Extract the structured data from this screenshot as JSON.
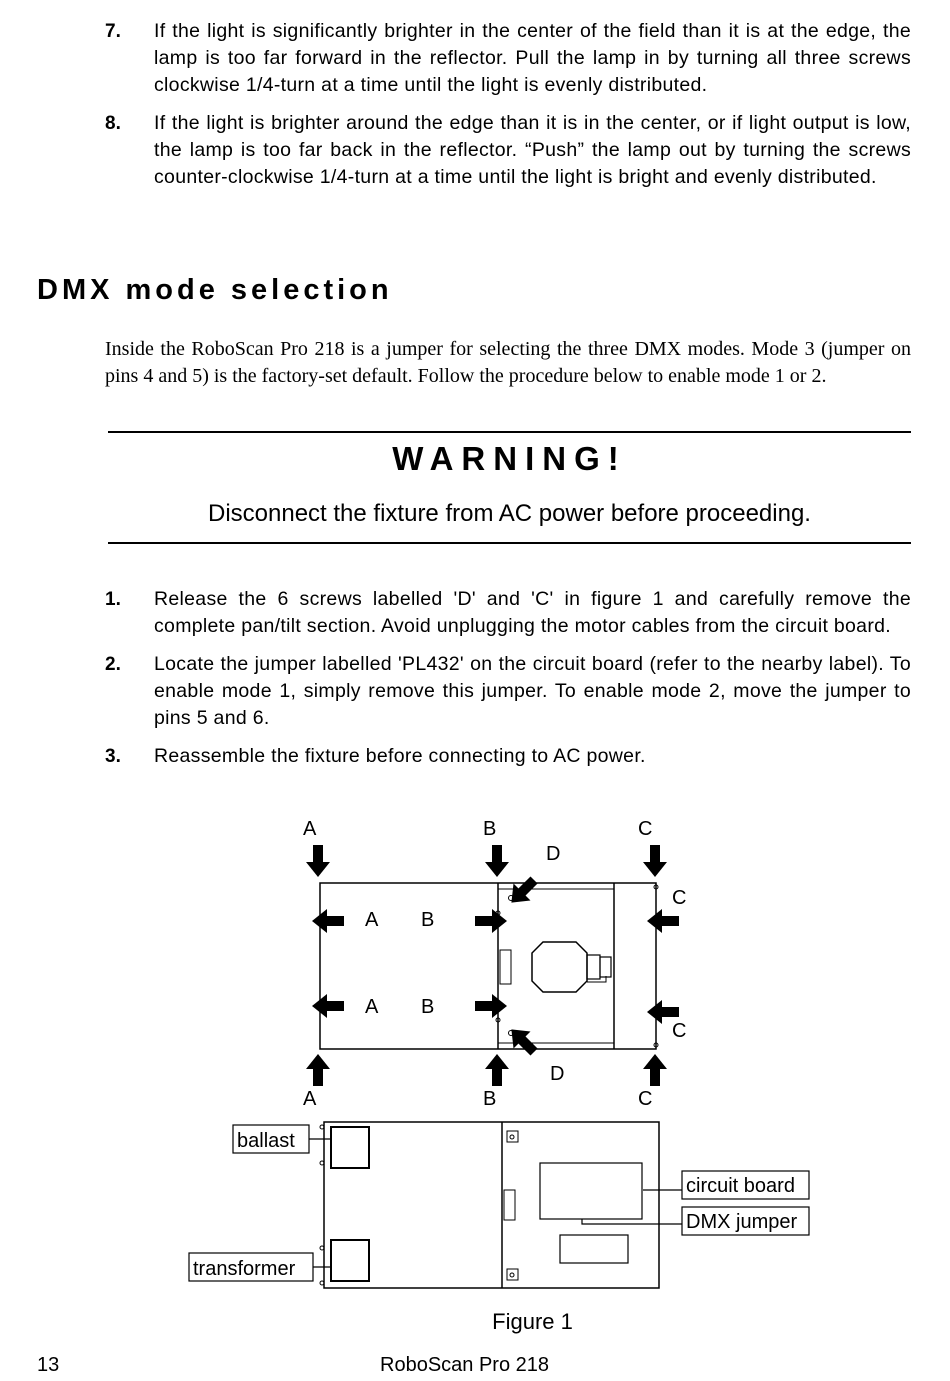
{
  "top_steps": [
    {
      "num": "7.",
      "text": "If the light is significantly brighter in the center of the field than it is at the edge, the lamp is too far forward in the reflector. Pull the lamp in by turning all three screws clockwise 1/4-turn at a time until the light is evenly distributed."
    },
    {
      "num": "8.",
      "text": "If the light is brighter around the edge than it is in the center, or if light output is low, the lamp is too far back in the reflector. “Push” the lamp out by turning the screws counter-clockwise 1/4-turn at a time until the light is bright and evenly distributed."
    }
  ],
  "section_title": "DMX mode selection",
  "intro": "Inside the RoboScan Pro 218 is a jumper for selecting the three DMX modes. Mode 3 (jumper on pins 4 and 5) is the factory-set default. Follow the procedure below to enable mode 1 or 2.",
  "warning": {
    "title": "WARNING!",
    "text": "Disconnect the fixture from AC power before proceeding."
  },
  "steps": [
    {
      "num": "1.",
      "text": "Release the 6 screws labelled 'D' and 'C' in figure 1 and carefully remove the complete pan/tilt section. Avoid unplugging the motor cables from the circuit board."
    },
    {
      "num": "2.",
      "text": "Locate the jumper labelled 'PL432' on the circuit board (refer to the nearby label). To enable mode 1, simply remove this jumper. To enable mode 2, move the jumper to pins 5 and 6."
    },
    {
      "num": "3.",
      "text": "Reassemble the fixture before connecting to AC power."
    }
  ],
  "figure": {
    "letters": {
      "a": "A",
      "b": "B",
      "c": "C",
      "d": "D"
    },
    "callouts": {
      "ballast": "ballast",
      "transformer": "transformer",
      "circuit_board": "circuit board",
      "dmx_jumper": "DMX jumper"
    },
    "caption": "Figure 1"
  },
  "footer": {
    "page_number": "13",
    "title": "RoboScan Pro 218"
  }
}
